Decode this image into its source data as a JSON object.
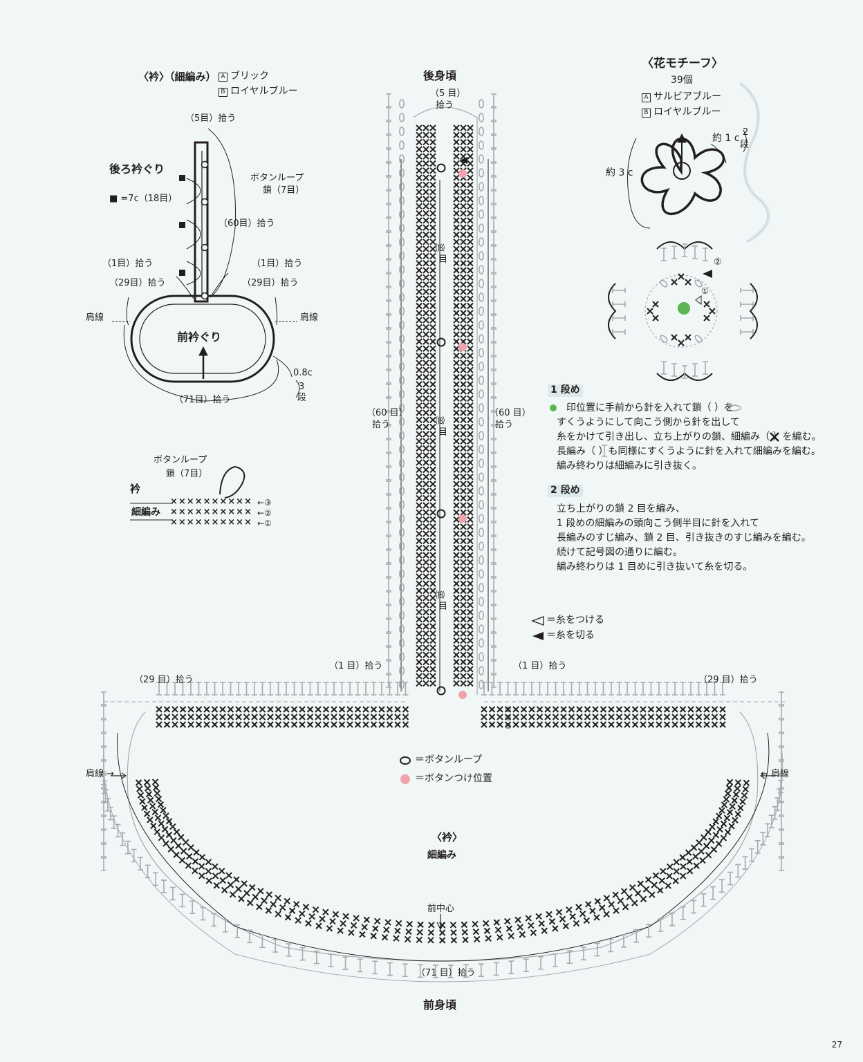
{
  "collar_diagram": {
    "title": "〈衿〉（細編み）",
    "color_a_label": "A",
    "color_a": "ブリック",
    "color_b_label": "B",
    "color_b": "ロイヤルブルー",
    "pickup_5": "（5目）拾う",
    "back_neck": "後ろ衿ぐり",
    "button_loop": "ボタンループ",
    "button_loop_chain": "鎖（7目）",
    "square_note": "■ =7c（18目）",
    "pickup_60": "（60目）拾う",
    "pickup_1_left": "（1目）拾う",
    "pickup_1_right": "（1目）拾う",
    "pickup_29_left": "（29目）拾う",
    "pickup_29_right": "（29目）拾う",
    "shoulder_left": "肩線",
    "shoulder_right": "肩線",
    "front_neck": "前衿ぐり",
    "width_value": "0.8c",
    "rows_value": "3",
    "rows_unit": "段",
    "pickup_71": "（71目）拾う"
  },
  "button_loop_detail": {
    "label": "ボタンループ",
    "chain": "鎖（7目）",
    "collar": "衿",
    "stitch": "細編み",
    "row3": "←③",
    "row2": "←②",
    "row1": "←①"
  },
  "main_chart": {
    "back_body": "後身頃",
    "top_count": "（5 目）",
    "top_pickup": "拾う",
    "count18_a": "⒅",
    "count18_a_unit": "目",
    "count18_b": "⒅",
    "count18_b_unit": "目",
    "count18_c": "⒅",
    "count18_c_unit": "目",
    "left60": "（60 目）",
    "left60_pickup": "拾う",
    "right60": "（60 目）",
    "right60_pickup": "拾う",
    "left1": "（1 目）拾う",
    "right1": "（1 目）拾う",
    "left29": "（29 目）拾う",
    "right29": "（29 目）拾う",
    "shoulder_left": "肩線 →",
    "shoulder_right": "← 肩線",
    "legend_loop": "＝ボタンループ",
    "legend_button": "＝ボタンつけ位置",
    "collar_title": "〈衿〉",
    "collar_stitch": "細編み",
    "front_center": "前中心",
    "pickup_71": "（71 目）拾う",
    "front_body": "前身頃",
    "attach_yarn": "＝糸をつける",
    "cut_yarn": "＝糸を切る",
    "r1": "①",
    "r2": "②",
    "r3": "③"
  },
  "flower": {
    "title": "〈花モチーフ〉",
    "count": "39個",
    "color_a_label": "A",
    "color_a": "サルビアブルー",
    "color_b_label": "B",
    "color_b": "ロイヤルブルー",
    "size_small": "約 1 c",
    "size_small_rows": "2",
    "size_small_unit": "段",
    "size_large": "約 3 c",
    "round1_marker": "①",
    "round2_marker": "②"
  },
  "instructions": {
    "round1_title": "1 段め",
    "round1_lines": [
      "印位置に手前から針を入れて鎖（ ）を",
      "すくうようにして向こう側から針を出して",
      "糸をかけて引き出し、立ち上がりの鎖、細編み（ ）を編む。",
      "長編み（ ）も同様にすくうように針を入れて細編みを編む。",
      "編み終わりは細編みに引き抜く。"
    ],
    "round2_title": "2 段め",
    "round2_lines": [
      "立ち上がりの鎖 2 目を編み、",
      "1 段めの細編みの頭向こう側半目に針を入れて",
      "長編みのすじ編み、鎖 2 目、引き抜きのすじ編みを編む。",
      "続けて記号図の通りに編む。",
      "編み終わりは 1 目めに引き抜いて糸を切る。"
    ]
  },
  "colors": {
    "ink": "#231f20",
    "grey": "#a7a9ac",
    "green": "#5ab552",
    "pink": "#f0a3ab",
    "background": "#f1f7f7"
  },
  "page_number": "27"
}
